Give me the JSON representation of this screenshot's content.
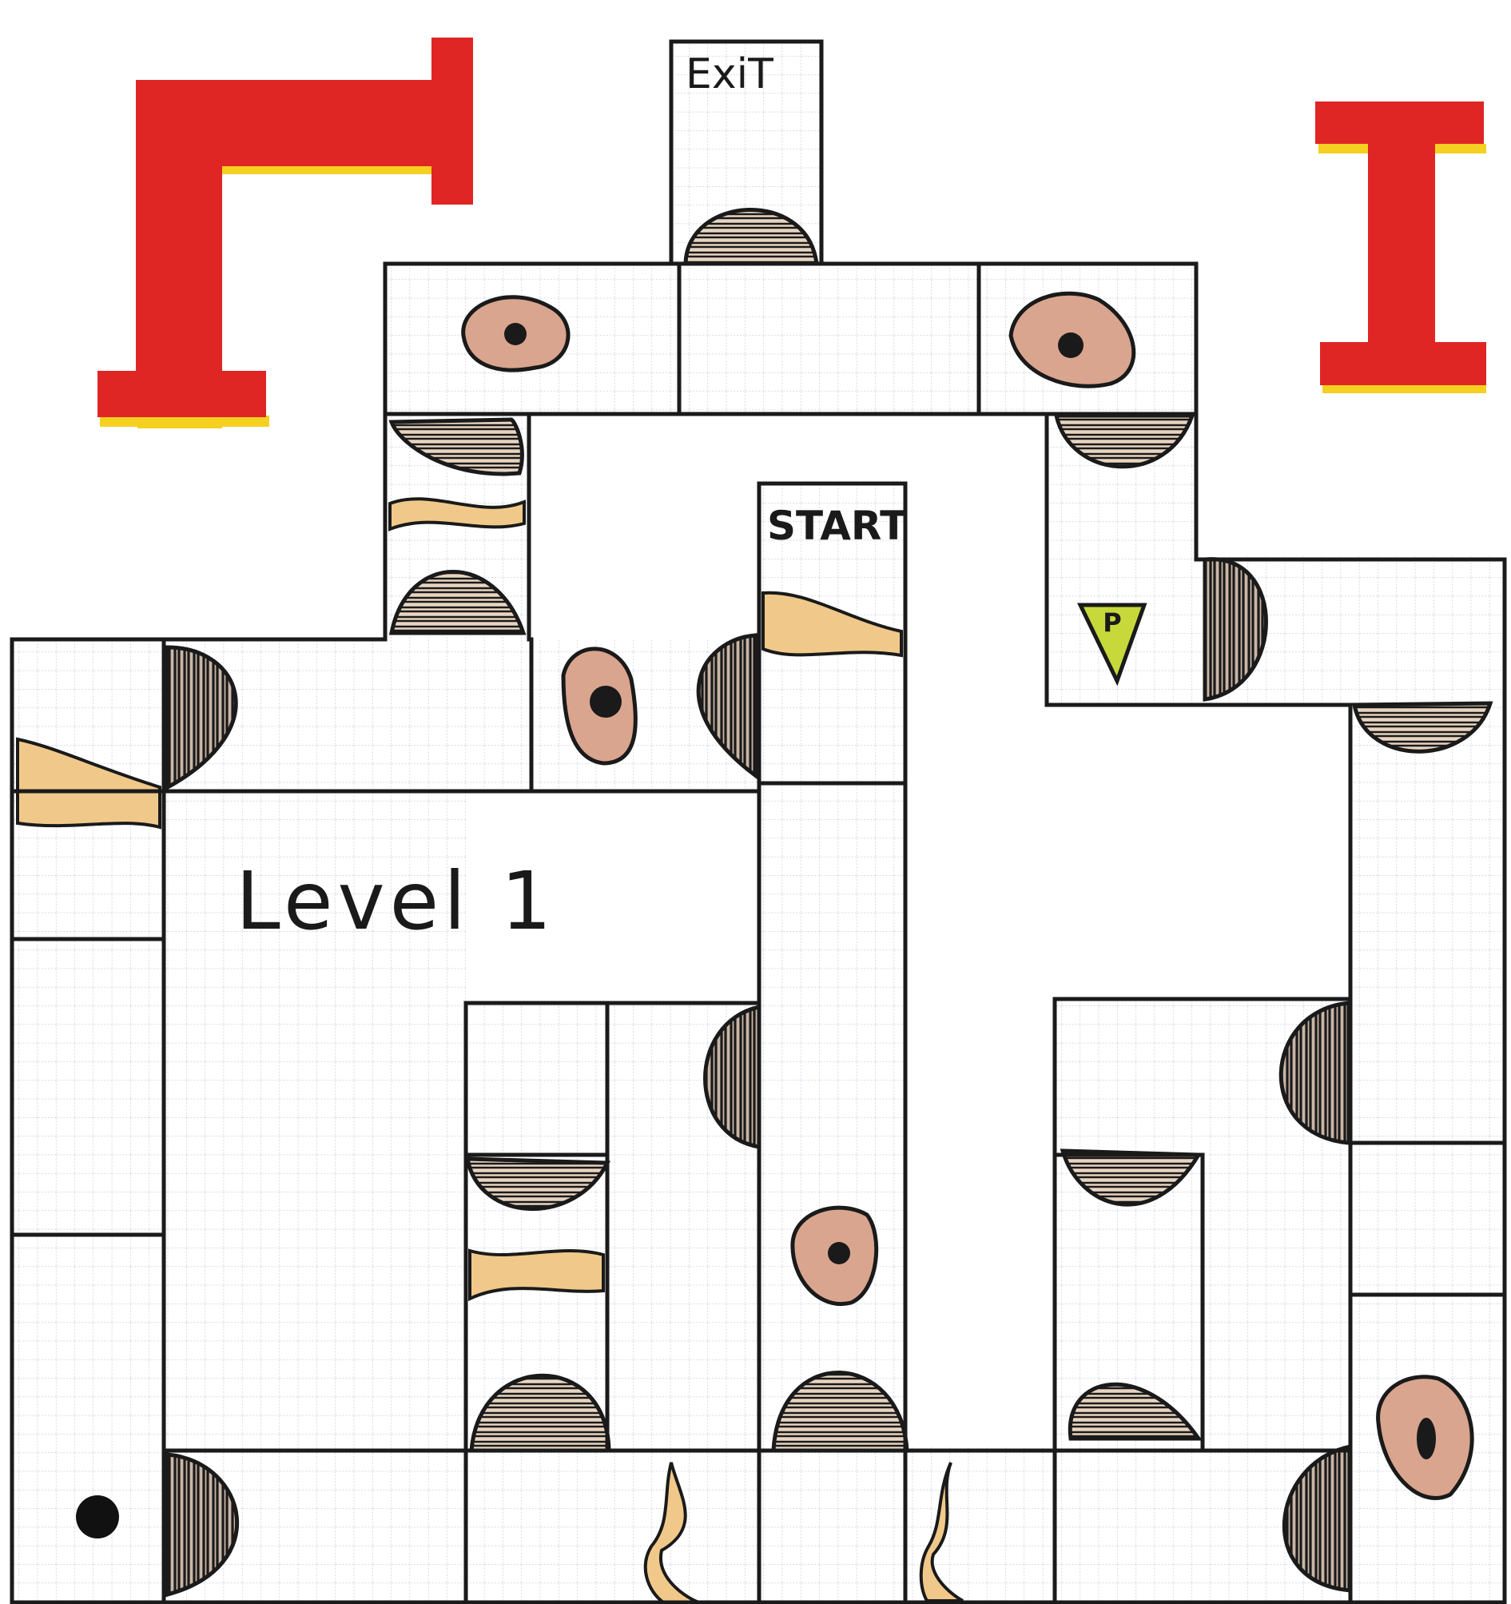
{
  "level_title": "Level 1",
  "labels": {
    "exit": "ExiT",
    "start": "START",
    "powerup": "P"
  },
  "colors": {
    "paper": "#ffffff",
    "grid": "#b9c6d6",
    "ink": "#1a1a1a",
    "red_mark": "#e02525",
    "yellow_edge": "#f5d020",
    "sand": "#f0c98a",
    "rock_dark": "#3a2a20",
    "rock_fill": "#d9a58e",
    "powerup_fill": "#c7d93a"
  },
  "icons": {
    "hazard": "round-rock-icon",
    "obstacle": "half-dome-hatched-icon",
    "sand": "sand-strip-icon",
    "player": "player-dot-icon",
    "powerup": "powerup-triangle-icon"
  }
}
